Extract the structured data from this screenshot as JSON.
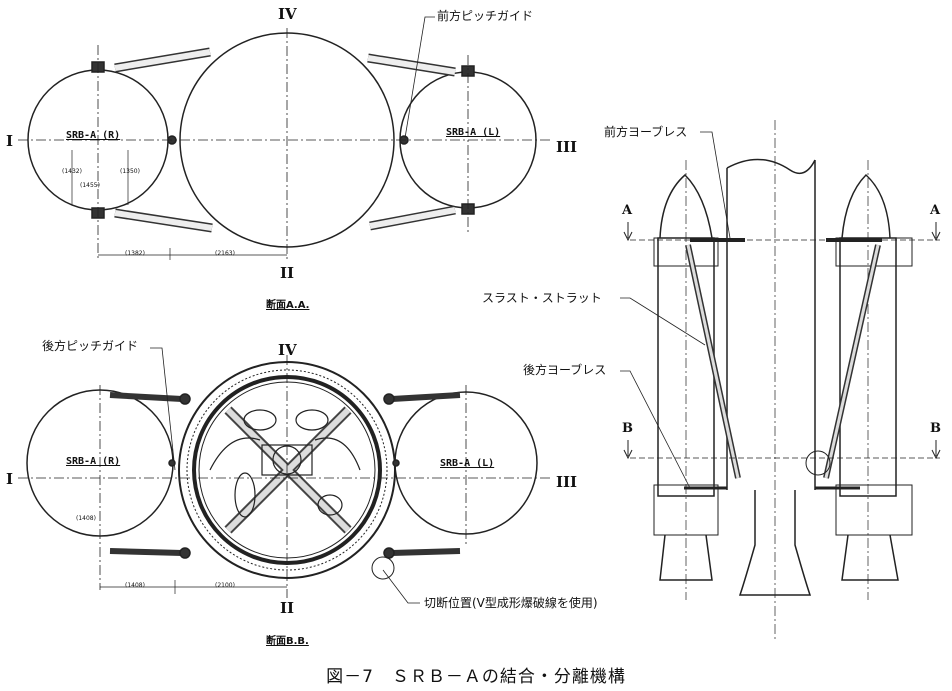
{
  "labels": {
    "forward_pitch_guide": "前方ピッチガイド",
    "aft_pitch_guide": "後方ピッチガイド",
    "forward_yaw_brace": "前方ヨーブレス",
    "thrust_strut": "スラスト・ストラット",
    "aft_yaw_brace": "後方ヨーブレス",
    "cut_position": "切断位置(V型成形爆破線を使用)"
  },
  "roman": {
    "top": "IV",
    "bottom": "II",
    "left": "I",
    "right": "III"
  },
  "section_aa": {
    "title": "断面A.A.",
    "srb_right": "SRB-A (R)",
    "srb_left": "SRB-A (L)",
    "dims": [
      "(1382)",
      "(2163)",
      "(1455)",
      "(1432)",
      "(1350)"
    ]
  },
  "section_bb": {
    "title": "断面B.B.",
    "srb_right": "SRB-A (R)",
    "srb_left": "SRB-A (L)",
    "dims": [
      "(1408)",
      "(2100)",
      "(1408)"
    ]
  },
  "side_view": {
    "section_a": "A",
    "section_b": "B"
  },
  "caption": "図－7　ＳＲＢ－Ａの結合・分離機構"
}
